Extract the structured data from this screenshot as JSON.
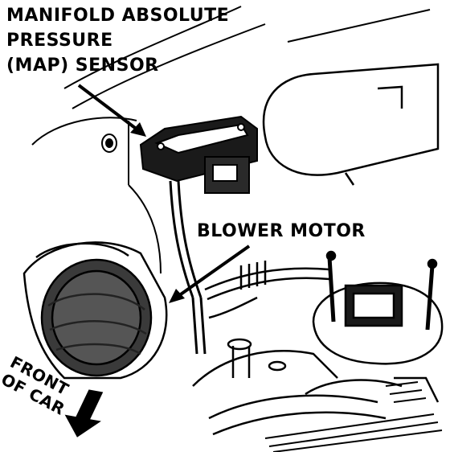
{
  "labels": {
    "map_sensor": [
      "MANIFOLD ABSOLUTE",
      "PRESSURE",
      "(MAP) SENSOR"
    ],
    "blower_motor": "BLOWER MOTOR",
    "front_of_car": [
      "FRONT",
      "OF CAR"
    ]
  },
  "colors": {
    "ink": "#000000",
    "paper": "#ffffff"
  }
}
